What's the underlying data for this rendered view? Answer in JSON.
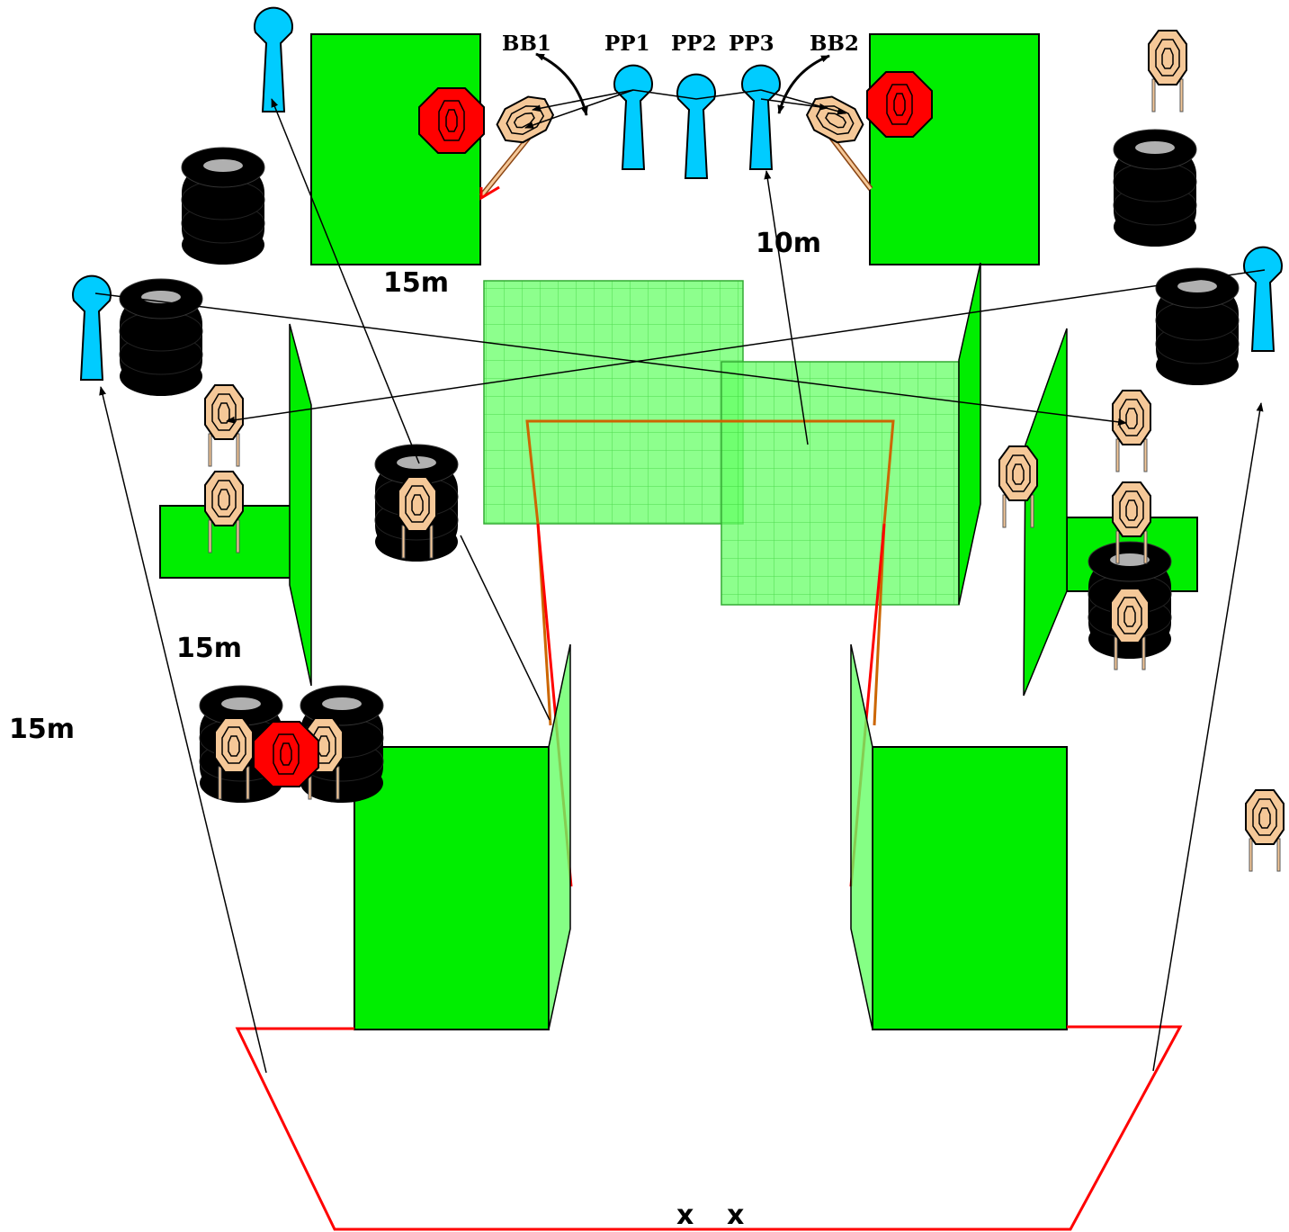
{
  "labels": {
    "bb1": "BB1",
    "pp1": "PP1",
    "pp2": "PP2",
    "pp3": "PP3",
    "bb2": "BB2",
    "dist_top": "10m",
    "dist_upper_left": "15m",
    "dist_mid_left": "15m",
    "dist_far_left": "15m",
    "start_x1": "x",
    "start_x2": "x"
  },
  "colors": {
    "wall": "#00ee00",
    "mesh": "#66ff66",
    "fault_line": "#ff0000",
    "steel": "#ff0000",
    "popper": "#00ccff",
    "paper_target": "#f5c898",
    "tire": "#000000",
    "line": "#000000"
  },
  "icons": {
    "steel_plate": "octagon-steel-icon",
    "paper_target": "ipsc-target-icon",
    "popper": "popper-icon",
    "tire_stack": "tire-stack-icon"
  }
}
